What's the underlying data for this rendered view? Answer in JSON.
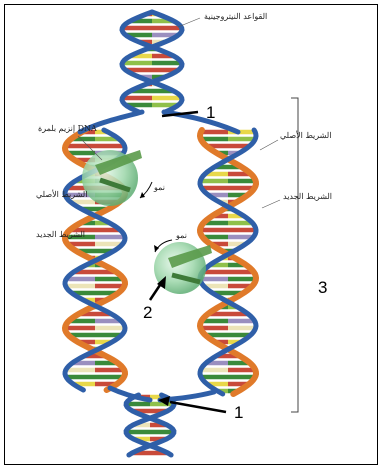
{
  "labels": {
    "bases": "القواعد النيتروجينية",
    "original_right": "الشريط الأصلي",
    "new_right": "الشريط الجديد",
    "enzyme": "إنزيم بلمرة DNA",
    "original_left": "الشريط الأصلي",
    "new_left": "الشريط الجديد",
    "growth_top": "نمو",
    "growth_bottom": "نمو"
  },
  "numbers": {
    "fork_top": "1",
    "fork_bottom": "1",
    "enzyme_marker": "2",
    "bubble": "3"
  },
  "colors": {
    "backbone_blue": "#2f5fa8",
    "new_strand_orange": "#e07a2a",
    "base_colors": [
      "#e8d84a",
      "#8fc04a",
      "#c84a3a",
      "#9a8fbf",
      "#ece4b8",
      "#3a8a3a"
    ],
    "enzyme_green": "#8fd0a0"
  }
}
